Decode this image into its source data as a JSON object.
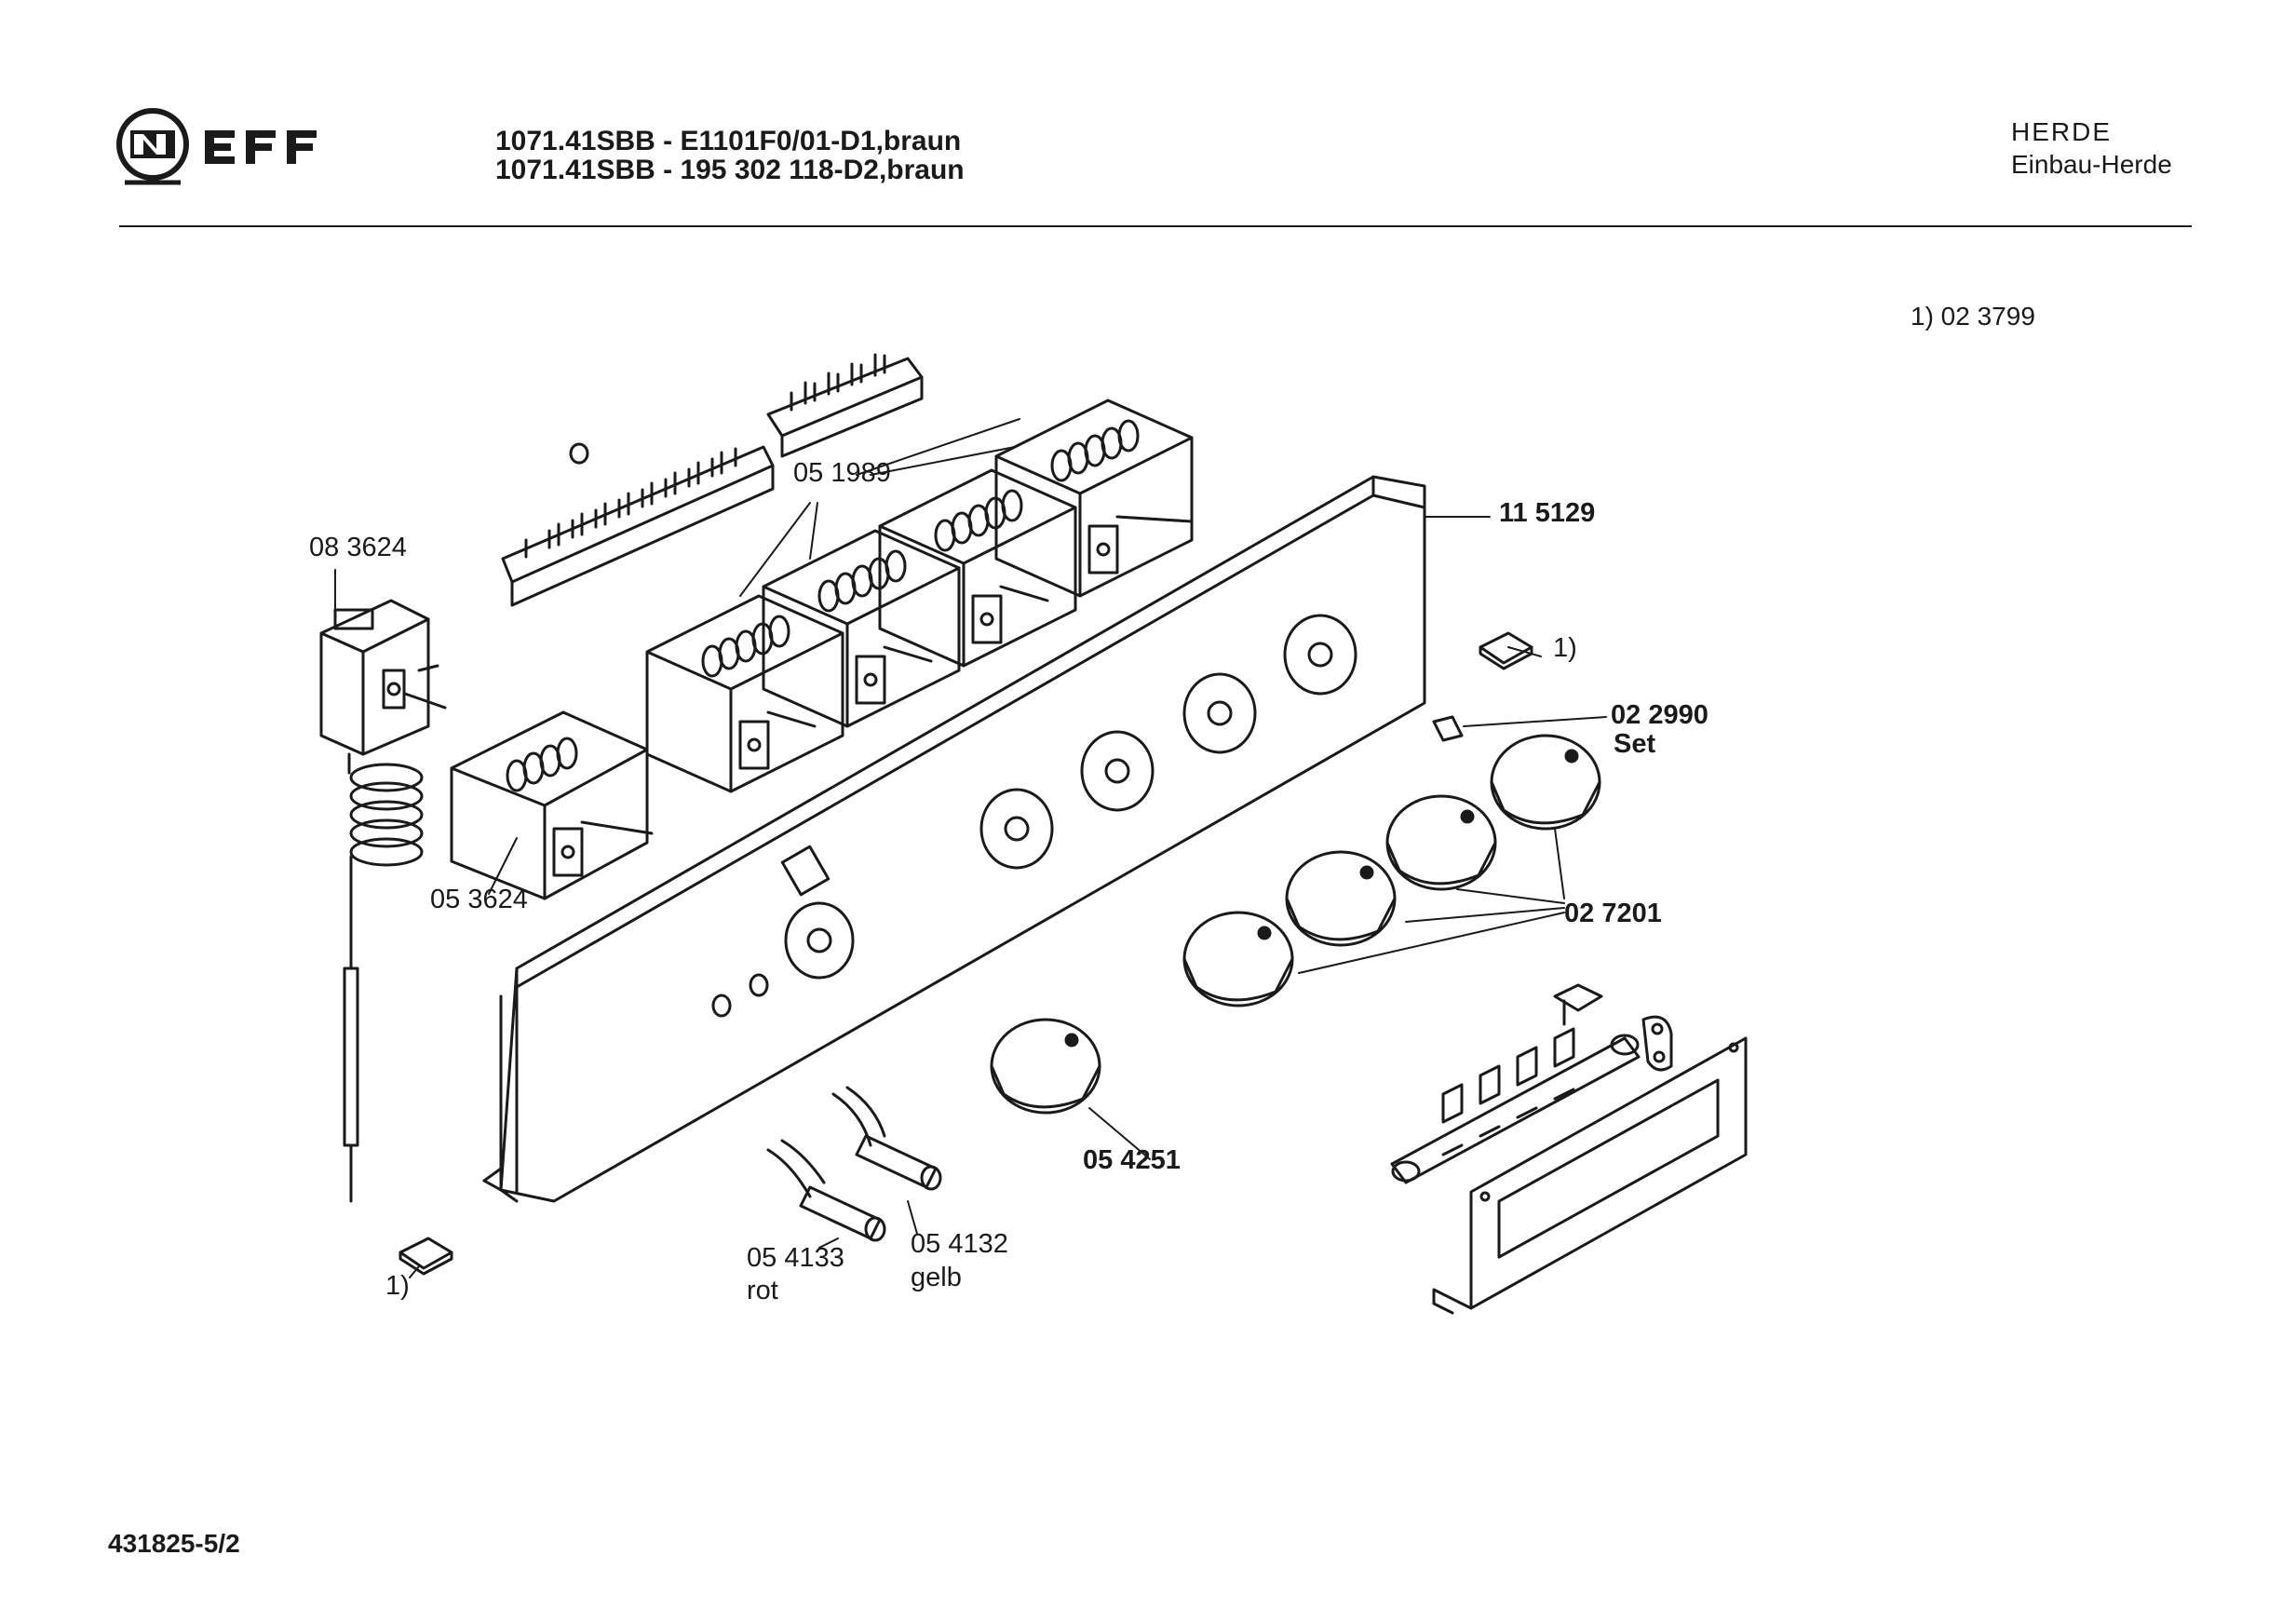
{
  "header": {
    "brand": "NEFF",
    "model_line_1": "1071.41SBB - E1101F0/01-D1,braun",
    "model_line_2": "1071.41SBB - 195 302 118-D2,braun",
    "category": "HERDE",
    "subcategory": "Einbau-Herde"
  },
  "footnote": "1) 02 3799",
  "parts": {
    "p083624": "08 3624",
    "p051989": "05 1989",
    "p115129": "11 5129",
    "fn1_right": "1)",
    "p022990": "02 2990",
    "p022990_sub": "Set",
    "p053624": "05 3624",
    "p027201": "02 7201",
    "p054251": "05 4251",
    "p054133": "05 4133",
    "p054133_sub": "rot",
    "p054132": "05 4132",
    "p054132_sub": "gelb",
    "fn1_left": "1)"
  },
  "document_number": "431825-5/2",
  "colors": {
    "ink": "#1a1a1a",
    "paper": "#ffffff"
  }
}
